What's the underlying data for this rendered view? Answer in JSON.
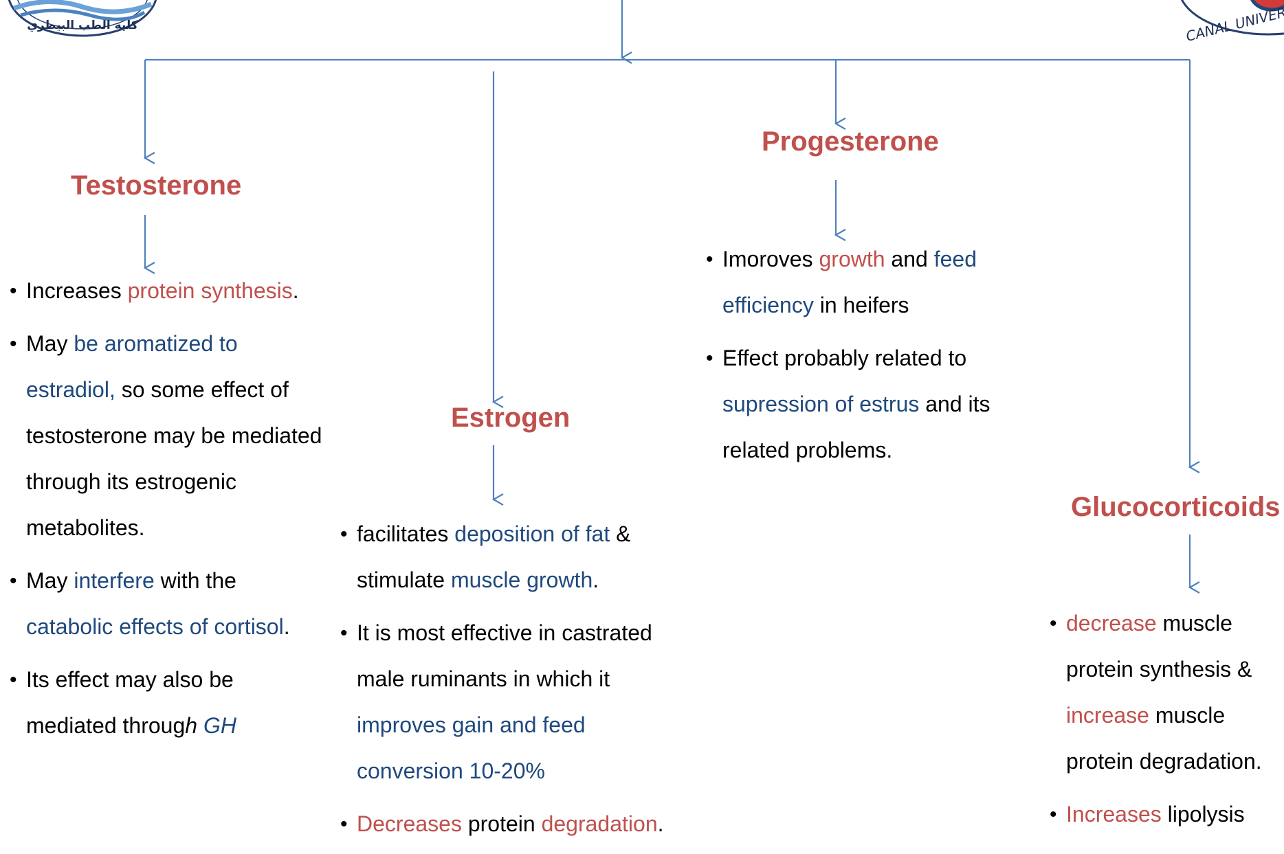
{
  "logos": {
    "left_text": "كلية الطب البيطري",
    "right_text": "CANAL UNIVER"
  },
  "colors": {
    "connector": "#4f81bd",
    "title": "#c0504d",
    "highlight_red": "#c0504d",
    "highlight_blue": "#1f497d"
  },
  "testosterone": {
    "title": "Testosterone",
    "b1": {
      "pre": "Increases ",
      "hl": "protein synthesis",
      "post": "."
    },
    "b2": {
      "pre": " May ",
      "hl": "be aromatized to estradiol,",
      "post": " so some effect of testosterone may be mediated through its estrogenic  metabolites."
    },
    "b3": {
      "pre": " May ",
      "hl1": "interfere",
      "mid": " with the ",
      "hl2": "catabolic effects of cortisol",
      "post": "."
    },
    "b4": {
      "pre": " Its effect may also be mediated throug",
      "it": "h",
      "sp": " ",
      "hl": "GH"
    }
  },
  "estrogen": {
    "title": "Estrogen",
    "b1": {
      "pre": " facilitates ",
      "hl1": "deposition of fat",
      "mid": " & stimulate ",
      "hl2": "muscle growth",
      "post": "."
    },
    "b2": {
      "pre": " It is most effective in castrated male ruminants in which it ",
      "hl": "improves gain and feed conversion 10-20%"
    },
    "b3": {
      "hl1": "Decreases",
      "mid": " protein ",
      "hl2": "degradation",
      "post": "."
    }
  },
  "progesterone": {
    "title": "Progesterone",
    "b1": {
      "pre": " Imoroves ",
      "hl1": "growth",
      "mid": " and ",
      "hl2": "feed efficiency",
      "post": " in heifers"
    },
    "b2": {
      "pre": " Effect probably related to ",
      "hl": "supression of estrus",
      "post": " and its related problems."
    }
  },
  "glucocorticoids": {
    "title": "Glucocorticoids",
    "b1": {
      "sp": " ",
      "hl1": "decrease",
      "mid": " muscle protein synthesis & ",
      "hl2": "increase",
      "post": " muscle protein degradation."
    },
    "b2": {
      "sp": " ",
      "hl": "Increases",
      "post": " lipolysis"
    }
  }
}
